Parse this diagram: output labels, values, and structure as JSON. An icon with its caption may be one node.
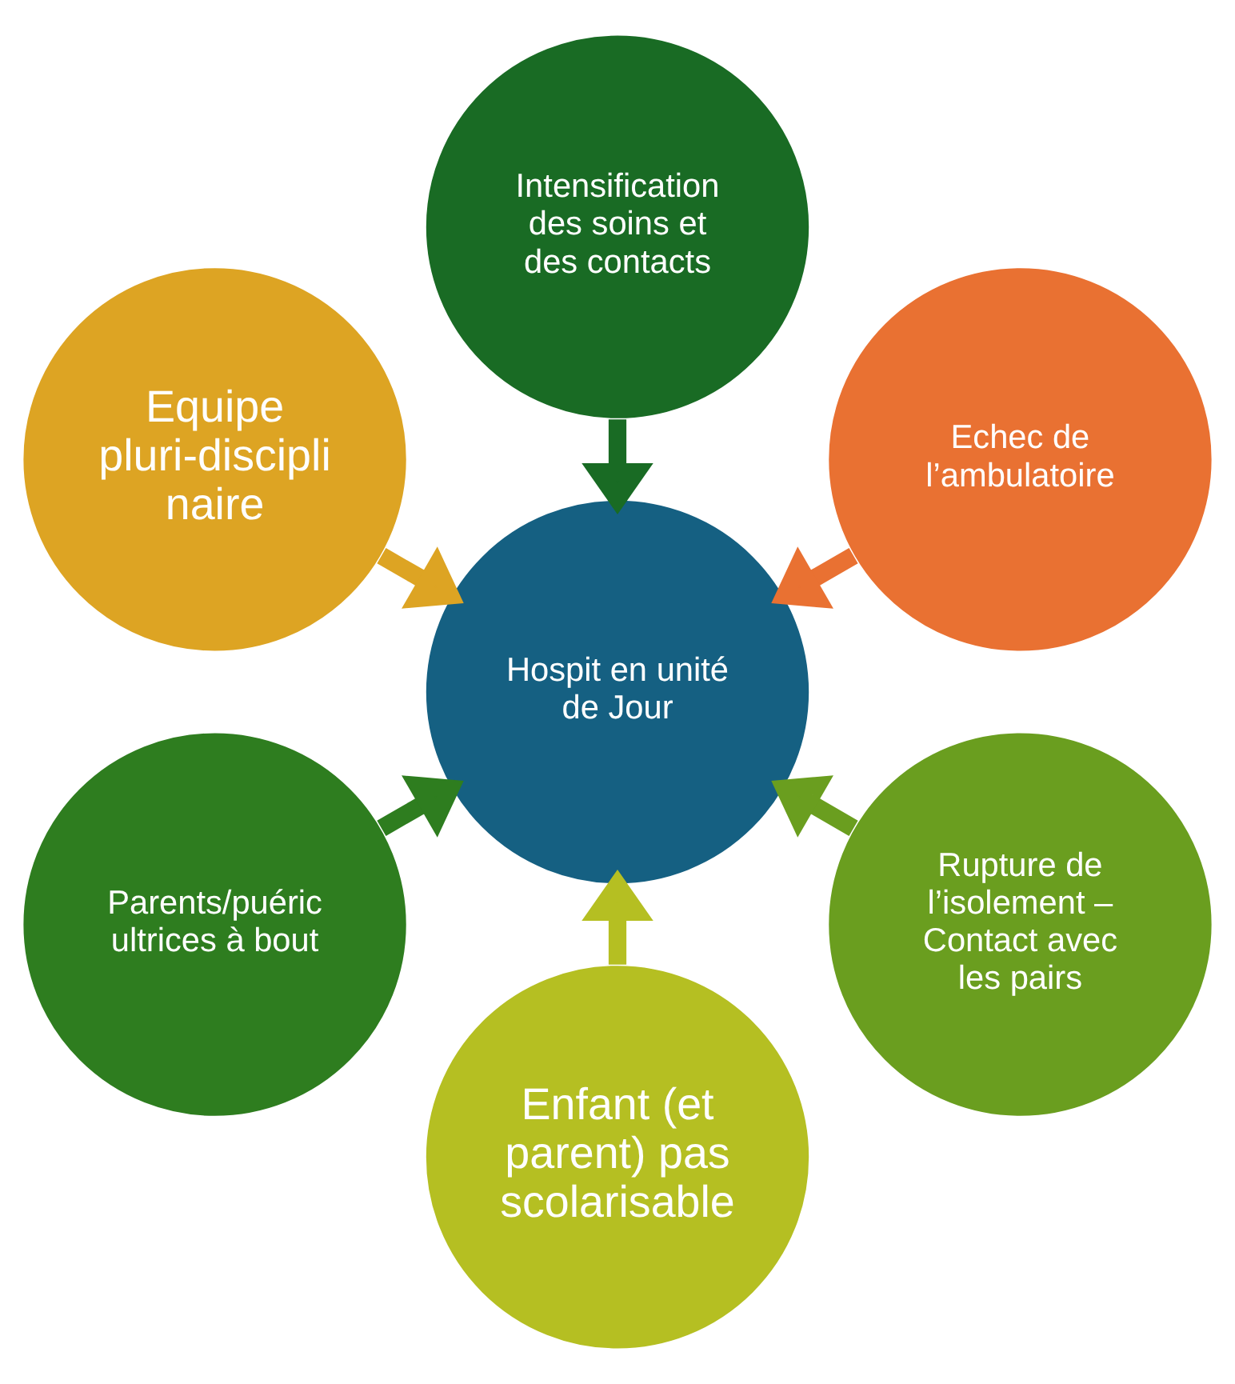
{
  "diagram": {
    "nodes": [
      {
        "text": [
          "Echec de l’ambulatoire"
        ]
      },
      {
        "text": [
          "Intensification des soins et des contacts"
        ]
      },
      {
        "text": [
          "Equipe pluri-discipli naire"
        ]
      },
      {
        "text": [
          "Hospit en unité de Jour"
        ]
      },
      {
        "text": [
          "Parents/puéric ultrices à bout"
        ]
      },
      {
        "text": [
          "Enfant (et parent) pas scolarisable"
        ]
      },
      {
        "text": [
          "Rupture de l’isolement – Contact avec les pairs"
        ]
      }
    ],
    "edges": [
      {
        "from": 0,
        "to": 3,
        "arrow": "to",
        "color": "#e97132"
      },
      {
        "from": 2,
        "to": 3,
        "arrow": "to",
        "color": "#dda423"
      },
      {
        "from": 5,
        "to": 3,
        "arrow": "to",
        "color": "#b5bf22"
      },
      {
        "from": 6,
        "to": 3,
        "arrow": "to",
        "color": "#6a9e1f"
      },
      {
        "from": 4,
        "to": 3,
        "arrow": "to",
        "color": "#2e7d1f"
      },
      {
        "from": 1,
        "to": 3,
        "arrow": "to",
        "color": "#196b24"
      }
    ]
  }
}
